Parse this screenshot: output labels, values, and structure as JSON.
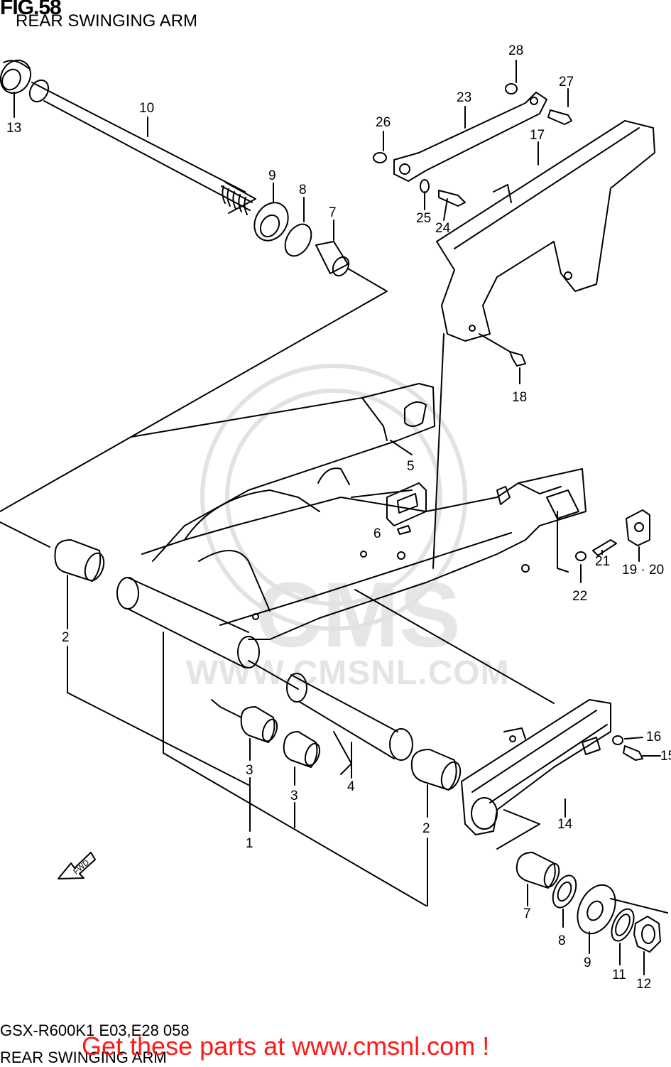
{
  "header": {
    "fig_label": "FIG.58",
    "subtitle": "REAR SWINGING ARM"
  },
  "watermark": {
    "brand": "CMS",
    "url": "WWW.CMSNL.COM"
  },
  "footer": {
    "drawing_code": "GSX-R600K1 E03,E28 058",
    "drawing_name": "REAR SWINGING ARM",
    "promo": "Get these parts at www.cmsnl.com !"
  },
  "arrow": {
    "label": "FWD"
  },
  "callouts": {
    "c1": "1",
    "c2a": "2",
    "c2b": "2",
    "c3a": "3",
    "c3b": "3",
    "c4": "4",
    "c5": "5",
    "c6": "6",
    "c7a": "7",
    "c7b": "7",
    "c8a": "8",
    "c8b": "8",
    "c9a": "9",
    "c9b": "9",
    "c10": "10",
    "c11": "11",
    "c12": "12",
    "c13": "13",
    "c14": "14",
    "c15": "15",
    "c16": "16",
    "c17": "17",
    "c18": "18",
    "c1920": "19 · 20",
    "c21": "21",
    "c22": "22",
    "c23": "23",
    "c24": "24",
    "c25": "25",
    "c26": "26",
    "c27": "27",
    "c28": "28"
  }
}
